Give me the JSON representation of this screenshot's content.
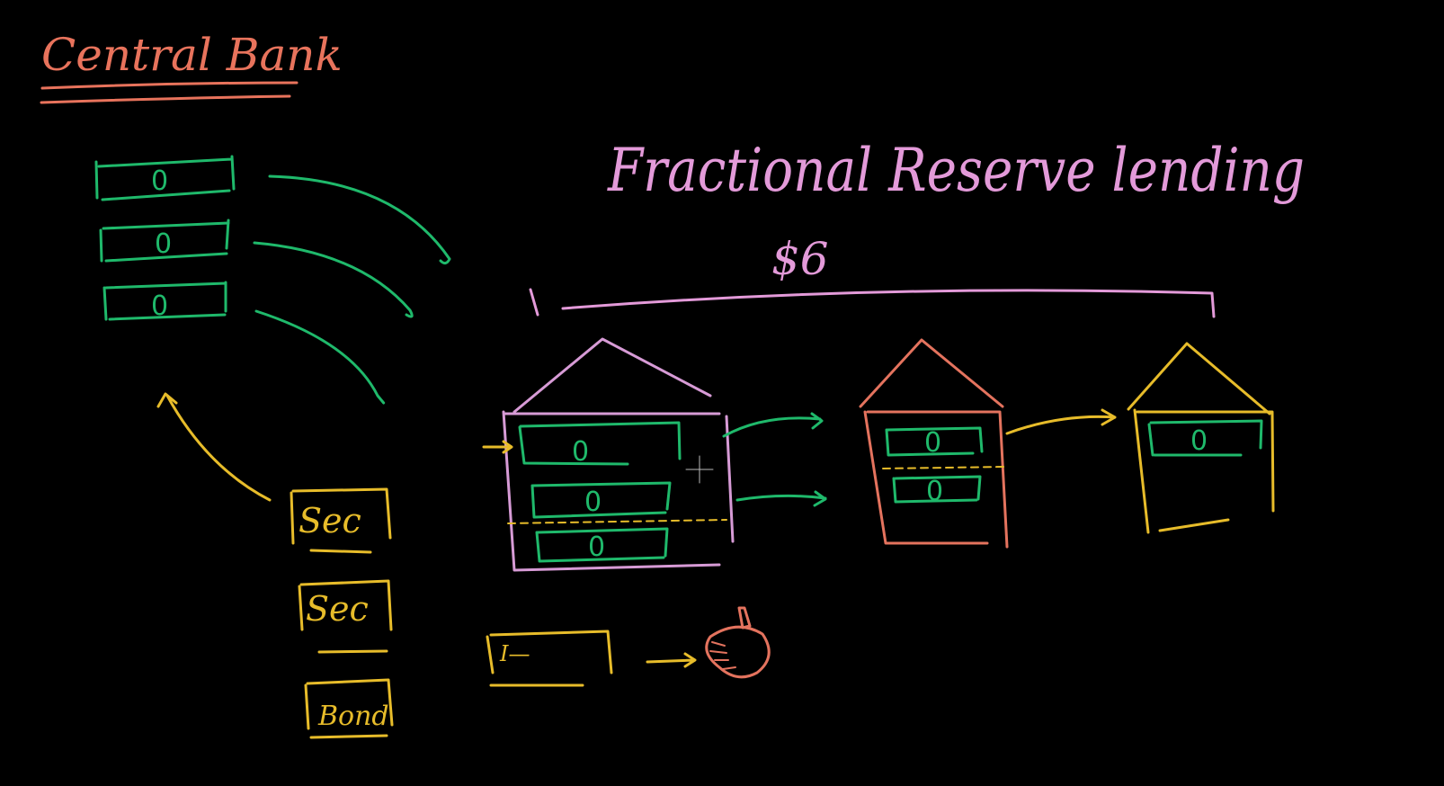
{
  "title": "Central Bank",
  "heading": "Fractional Reserve lending",
  "amount": "$6",
  "bill_value": "0",
  "securities": [
    "Sec",
    "Sec",
    "Bond"
  ],
  "iou_label": "I—",
  "colors": {
    "background": "#000000",
    "central_bank": "#e8735c",
    "money": "#1fb96b",
    "heading": "#e39ad9",
    "bank1": "#d79bd6",
    "bank2": "#e4735e",
    "bank3": "#e7bc2a",
    "securities": "#e7bc2a",
    "apple": "#e4735e"
  }
}
